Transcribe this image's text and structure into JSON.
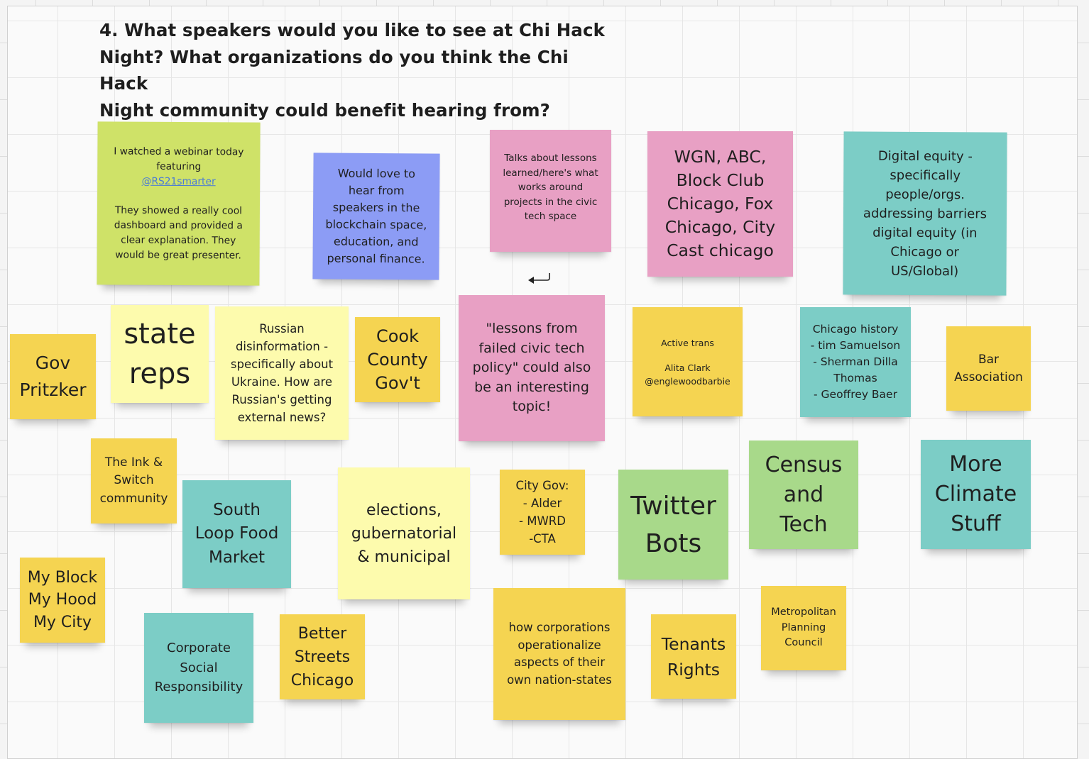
{
  "question": "4. What speakers would you like to see at Chi Hack\nNight? What organizations do you think the Chi Hack\nNight community  could benefit hearing from?",
  "notes": {
    "webinar": {
      "line1": "I watched a webinar today\nfeaturing",
      "link": "@RS21smarter",
      "line2": "They showed a really cool\ndashboard and provided a\nclear explanation.  They\nwould be great presenter."
    },
    "blockchain": "Would love to\nhear from\nspeakers in the\nblockchain space,\neducation, and\npersonal finance.",
    "lessons_learned": "Talks about lessons\nlearned/here's what\nworks around\nprojects in the civic\ntech space",
    "media": "WGN, ABC,\nBlock Club\nChicago, Fox\nChicago, City\nCast chicago",
    "digital_equity": "Digital equity -\nspecifically\npeople/orgs.\naddressing barriers\ndigital equity (in\nChicago or\nUS/Global)",
    "gov_pritzker": "Gov\nPritzker",
    "state_reps": "state\nreps",
    "russian": "Russian\ndisinformation -\nspecifically about\nUkraine. How are\nRussian's getting\nexternal news?",
    "cook_county": "Cook\nCounty\nGov't",
    "failed_policy": "\"lessons from\nfailed civic tech\npolicy\" could also\nbe an interesting\ntopic!",
    "active_trans": {
      "line1": "Active trans",
      "line2": "Alita Clark\n@englewoodbarbie"
    },
    "chicago_history": "Chicago history\n- tim Samuelson\n- Sherman Dilla\nThomas\n- Geoffrey Baer",
    "bar_association": "Bar\nAssociation",
    "ink_switch": "The Ink &\nSwitch\ncommunity",
    "south_loop": "South\nLoop Food\nMarket",
    "elections": "elections,\ngubernatorial\n& municipal",
    "city_gov": "City Gov:\n- Alder\n- MWRD\n-CTA",
    "twitter_bots": "Twitter\nBots",
    "census_tech": "Census\nand\nTech",
    "climate": "More\nClimate\nStuff",
    "my_block": "My Block\nMy Hood\nMy City",
    "csr": "Corporate\nSocial\nResponsibility",
    "better_streets": "Better\nStreets\nChicago",
    "corporations": "how corporations\noperationalize\naspects of their\nown nation-states",
    "tenants": "Tenants\nRights",
    "metro_planning": "Metropolitan\nPlanning\nCouncil"
  },
  "colors": {
    "yellow": "#f5d451",
    "light_yellow": "#fdfbad",
    "lime": "#cfe268",
    "blue": "#8c9cf5",
    "pink": "#e8a0c4",
    "teal": "#7ccdc6",
    "green": "#a8d98a"
  },
  "icons": {
    "connector": "return-arrow-icon"
  }
}
